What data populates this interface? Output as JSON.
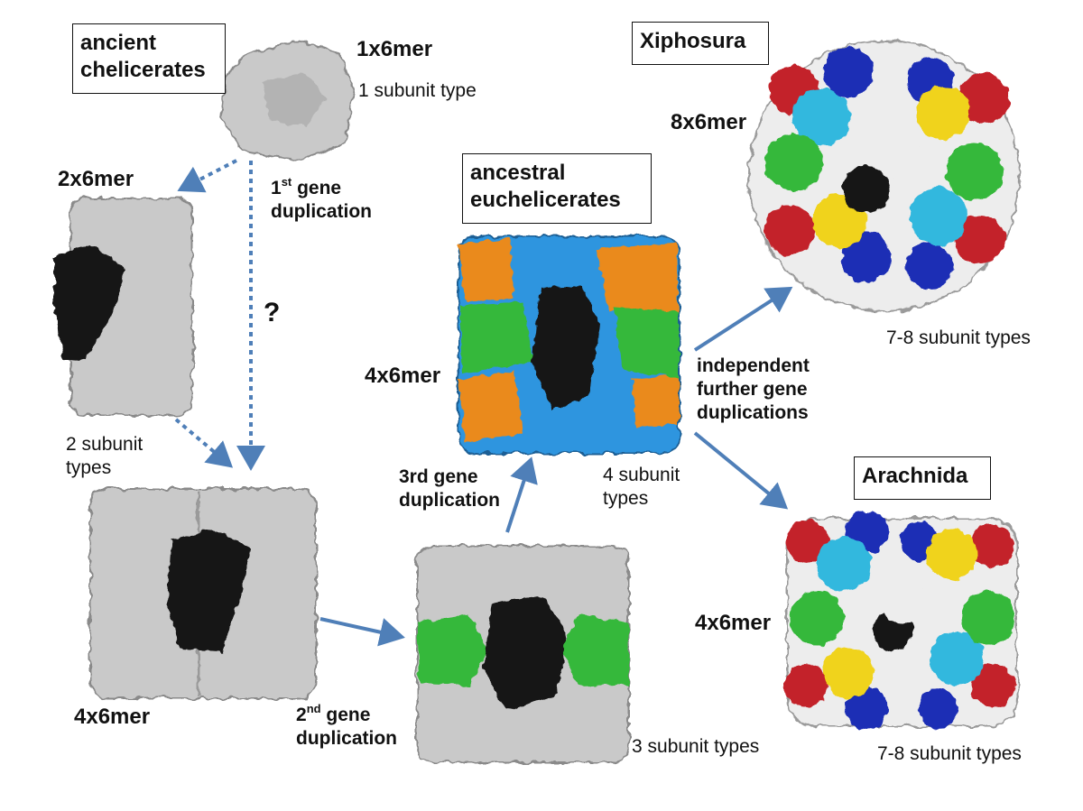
{
  "boxes": {
    "ancient_line1": "ancient",
    "ancient_line2": "chelicerates",
    "ancestral_line1": "ancestral",
    "ancestral_line2": "euchelicerates",
    "xiphosura": "Xiphosura",
    "arachnida": "Arachnida"
  },
  "oligomers": {
    "one_x6": "1x6mer",
    "two_x6": "2x6mer",
    "four_x6_grey": "4x6mer",
    "four_x6_ancestral": "4x6mer",
    "eight_x6": "8x6mer",
    "four_x6_arachnida": "4x6mer"
  },
  "subunits": {
    "one": "1 subunit type",
    "two_line1": "2 subunit",
    "two_line2": "types",
    "three": "3 subunit types",
    "four_line1": "4 subunit",
    "four_line2": "types",
    "xiphosura": "7-8 subunit types",
    "arachnida": "7-8 subunit types"
  },
  "events": {
    "first_num": "1",
    "first_sup": "st",
    "first_rest": " gene",
    "first_line2": "duplication",
    "question": "?",
    "second_num": "2",
    "second_sup": "nd",
    "second_rest": " gene",
    "second_line2": "duplication",
    "third_line1": "3rd gene",
    "third_line2": "duplication",
    "further_line1": "independent",
    "further_line2": "further gene",
    "further_line3": "duplications"
  },
  "colors": {
    "grey": "#c9c9c9",
    "black": "#151515",
    "green": "#36b83a",
    "orange": "#ea8a1c",
    "sky_blue": "#2e95df",
    "cyan": "#31b8de",
    "navy": "#1d2fb5",
    "yellow": "#f0d31a",
    "red": "#c3242a",
    "white": "#ededed",
    "arrow": "#4f7fb8"
  }
}
